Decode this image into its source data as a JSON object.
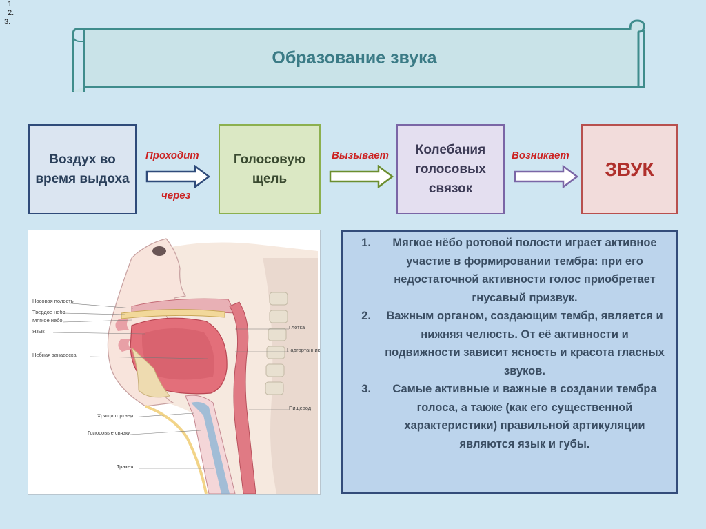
{
  "corner_numbers": [
    "1",
    "2.",
    "3."
  ],
  "banner": {
    "title": "Образование звука"
  },
  "flow": {
    "boxes": [
      {
        "text": "Воздух во время выдоха"
      },
      {
        "text": "Голосовую щель"
      },
      {
        "text": "Колебания голосовых связок"
      },
      {
        "text": "ЗВУК"
      }
    ],
    "arrows": [
      {
        "label_top": "Проходит",
        "label_bottom": "через",
        "color": "#2f4b7a"
      },
      {
        "label_top": "Вызывает",
        "color": "#6b8e2f"
      },
      {
        "label_top": "Возникает",
        "color": "#7a66a6"
      }
    ]
  },
  "diagram": {
    "labels": {
      "nasal": "Носовая полость",
      "hard_palate": "Твердое небо",
      "soft_palate": "Мягкое небо",
      "tongue": "Язык",
      "velum": "Небная занавеска",
      "pharynx": "Глотка",
      "epiglottis": "Надгортанник",
      "laryngeal_cartilage": "Хрящи гортани",
      "vocal_cords": "Голосовые связки",
      "trachea": "Трахея",
      "esophagus": "Пищевод"
    }
  },
  "notes": {
    "items": [
      {
        "num": "1.",
        "text": "Мягкое нёбо ротовой полости играет активное участие в формировании тембра: при его недостаточной активности голос приобретает гнусавый призвук."
      },
      {
        "num": "2.",
        "text": "Важным органом, создающим тембр, является и нижняя челюсть. От её активности и подвижности зависит ясность и красота гласных звуков."
      },
      {
        "num": "3.",
        "text": "Самые активные и важные в создании тембра голоса, а также (как его существенной характеристики) правильной артикуляции являются язык и губы."
      }
    ]
  },
  "colors": {
    "background": "#cfe6f2",
    "banner_text": "#3b7b86",
    "arrow_label": "#cc2222",
    "sound_text": "#b0302c"
  }
}
